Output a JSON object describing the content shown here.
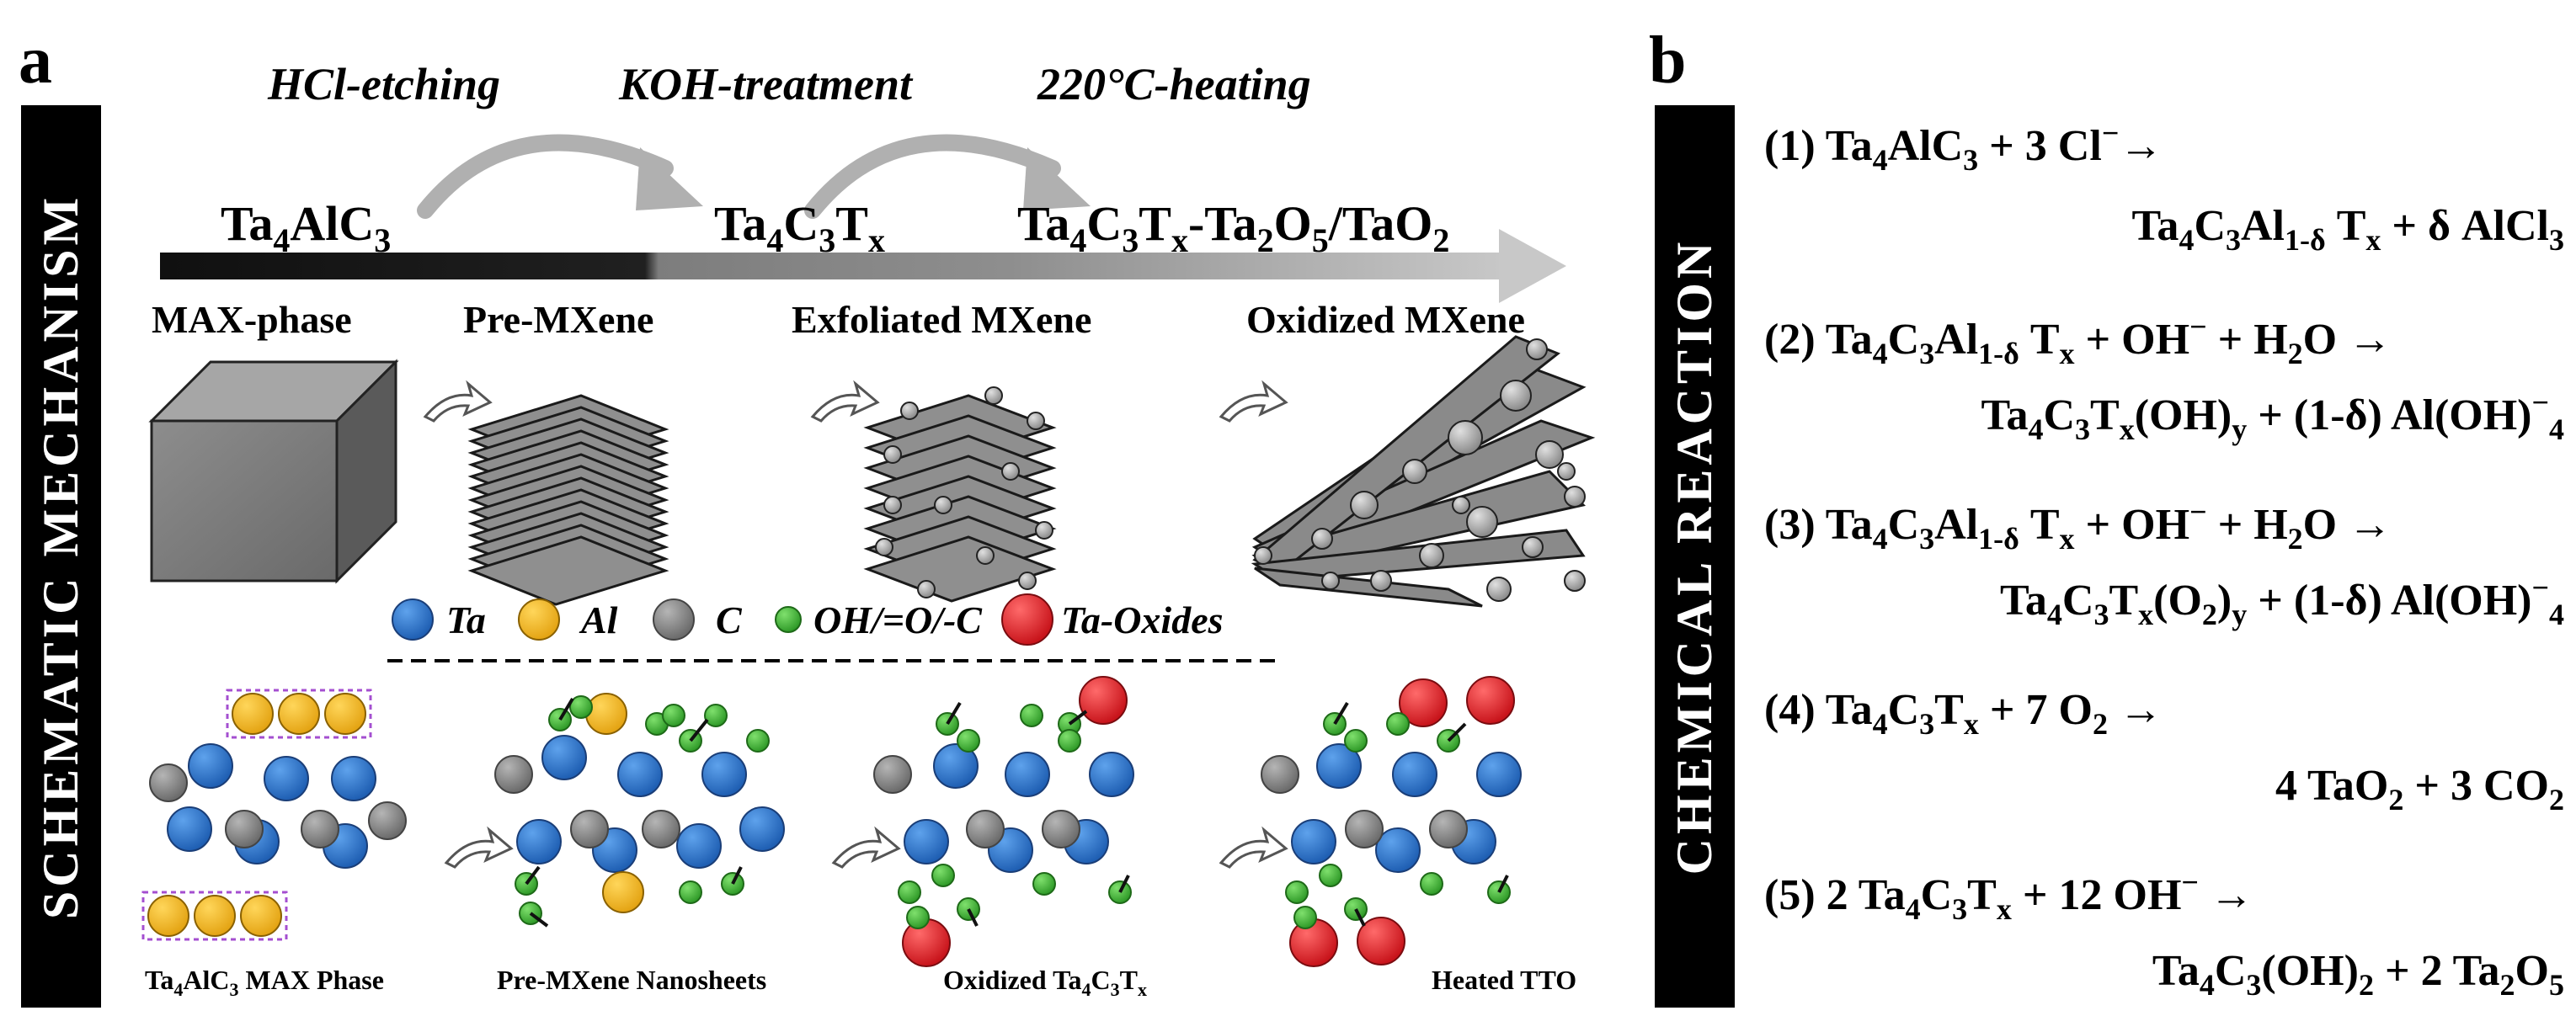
{
  "panel_a": {
    "letter": "a",
    "side_label": "SCHEMATIC MECHANISM",
    "steps": [
      "HCl-etching",
      "KOH-treatment",
      "220°C-heating"
    ],
    "formula_max": "Ta4AlC3",
    "formula_mxene": "Ta4C3Tx",
    "formula_oxidized": "Ta4C3Tx-Ta2O5/TaO2",
    "stages": [
      "MAX-phase",
      "Pre-MXene",
      "Exfoliated MXene",
      "Oxidized MXene"
    ],
    "legend": [
      {
        "label": "Ta",
        "color": "#2f72c6"
      },
      {
        "label": "Al",
        "color": "#f3b72a"
      },
      {
        "label": "C",
        "color": "#8c8c8c"
      },
      {
        "label": "OH/=O/-C",
        "color": "#44b83c"
      },
      {
        "label": "Ta-Oxides",
        "color": "#e8252b"
      }
    ],
    "bottom_labels": [
      "Ta4AlC3 MAX Phase",
      "Pre-MXene Nanosheets",
      "Oxidized Ta4C3Tx",
      "Heated TTO"
    ]
  },
  "panel_b": {
    "letter": "b",
    "side_label": "CHEMICAL REACTION",
    "reactions": [
      {
        "number": "(1)",
        "lhs": "Ta4AlC3 + 3 Cl⁻→",
        "rhs": "Ta4C3Al1-δ Tx + δ AlCl3"
      },
      {
        "number": "(2)",
        "lhs": "Ta4C3Al1-δ Tx + OH⁻ + H2O →",
        "rhs": "Ta4C3Tx(OH)y + (1-δ) Al(OH)⁻4"
      },
      {
        "number": "(3)",
        "lhs": "Ta4C3Al1-δ Tx + OH⁻ + H2O →",
        "rhs": "Ta4C3Tx(O2)y + (1-δ) Al(OH)⁻4"
      },
      {
        "number": "(4)",
        "lhs": "Ta4C3Tx + 7 O2 →",
        "rhs": "4 TaO2 + 3 CO2"
      },
      {
        "number": "(5)",
        "lhs": "2 Ta4C3Tx + 12 OH⁻ →",
        "rhs": "Ta4C3(OH)2 + 2 Ta2O5"
      }
    ]
  },
  "colors": {
    "ta": "#2f72c6",
    "al": "#f3b72a",
    "c": "#8c8c8c",
    "oh": "#44b83c",
    "oxide": "#e8252b",
    "dashed_box": "#a44fd0"
  }
}
